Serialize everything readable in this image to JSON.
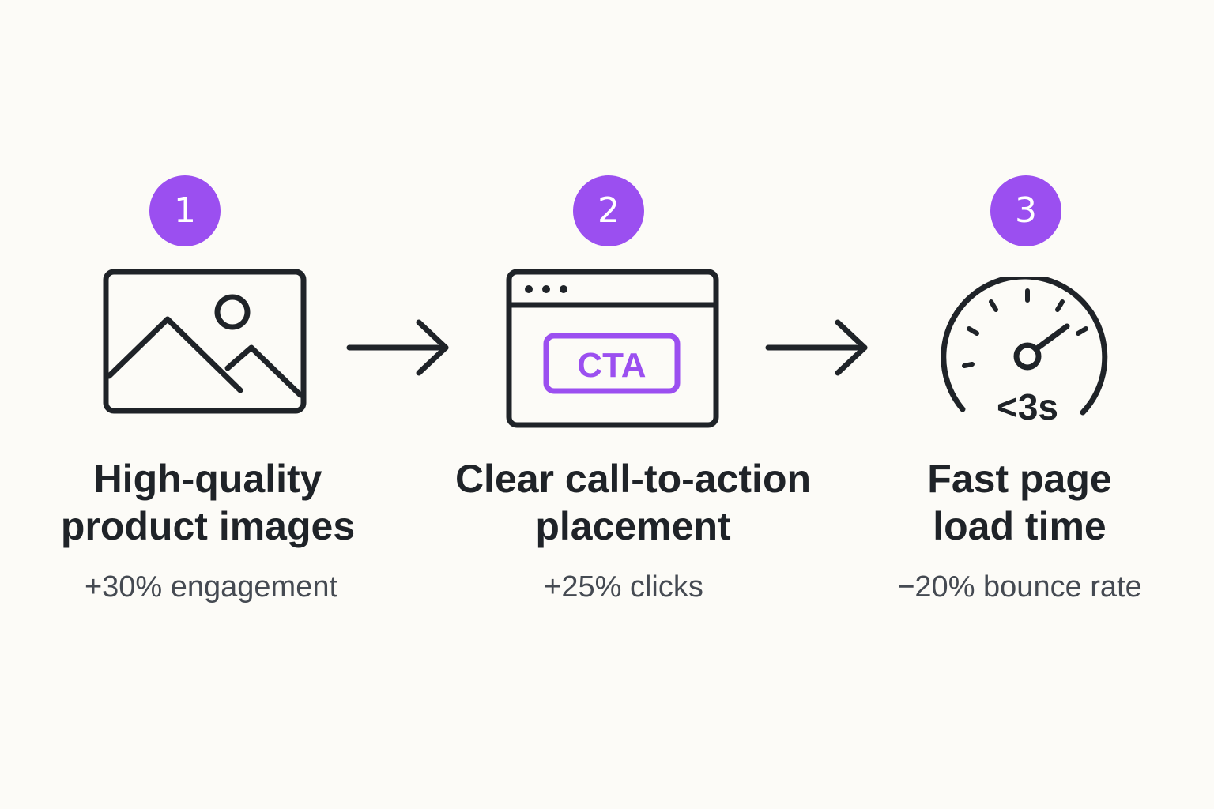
{
  "steps": [
    {
      "number": "1",
      "icon": "image-icon",
      "title_line1": "High-quality",
      "title_line2": "product images",
      "stat": "+30% engagement"
    },
    {
      "number": "2",
      "icon": "browser-window-icon",
      "icon_label": "CTA",
      "title_line1": "Clear call-to-action",
      "title_line2": "placement",
      "stat": "+25% clicks"
    },
    {
      "number": "3",
      "icon": "speedometer-icon",
      "icon_label": "<3s",
      "title_line1": "Fast page",
      "title_line2": "load time",
      "stat": "−20% bounce rate"
    }
  ],
  "connectors": [
    "arrow-right-icon",
    "arrow-right-icon"
  ],
  "colors": {
    "background": "#fcfbf7",
    "accent": "#9b4ff0",
    "ink": "#1f2328",
    "muted": "#454a52"
  }
}
